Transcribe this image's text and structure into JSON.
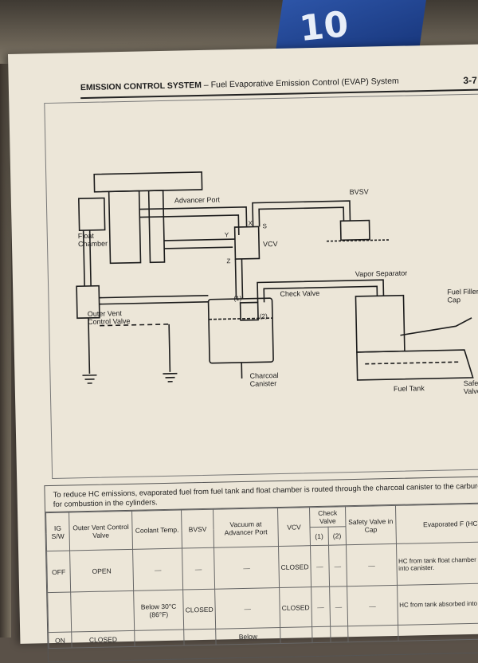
{
  "header": {
    "system": "EMISSION CONTROL SYSTEM",
    "separator": " – ",
    "subtitle": "Fuel Evaporative Emission Control (EVAP) System",
    "page_number": "3-7"
  },
  "background": {
    "book_label": "10"
  },
  "diagram": {
    "labels": {
      "advancer_port": "Advancer Port",
      "bvsv": "BVSV",
      "float_chamber_1": "Float",
      "float_chamber_2": "Chamber",
      "vcv": "VCV",
      "x": "X",
      "y": "Y",
      "s": "S",
      "z": "Z",
      "vapor_separator": "Vapor Separator",
      "check_valve": "Check Valve",
      "cv1": "(1)",
      "cv2": "(2)",
      "outer_vent_1": "Outer Vent",
      "outer_vent_2": "Control Valve",
      "fuel_filler_1": "Fuel Filler",
      "fuel_filler_2": "Cap",
      "charcoal_1": "Charcoal",
      "charcoal_2": "Canister",
      "fuel_tank": "Fuel Tank",
      "safety_1": "Safety",
      "safety_2": "Valve"
    }
  },
  "table": {
    "intro": "To reduce HC emissions, evaporated fuel from fuel tank and float chamber is routed through the charcoal canister to the carburetor for combustion in the cylinders.",
    "headers": {
      "ig": "IG S/W",
      "outer_vent": "Outer Vent Control Valve",
      "coolant": "Coolant Temp.",
      "bvsv": "BVSV",
      "vacuum": "Vacuum at Advancer Port",
      "vcv": "VCV",
      "check_valve": "Check Valve",
      "cv1": "(1)",
      "cv2": "(2)",
      "safety": "Safety Valve in Cap",
      "evap": "Evaporated F (HC)"
    },
    "rows": [
      {
        "ig": "OFF",
        "outer_vent": "OPEN",
        "coolant": "—",
        "bvsv": "—",
        "vacuum": "—",
        "vcv": "CLOSED",
        "cv1": "—",
        "cv2": "—",
        "safety": "—",
        "evap": "HC from tank float chamber absorbed into canister."
      },
      {
        "ig": "",
        "outer_vent": "",
        "coolant": "Below 30°C (86°F)",
        "bvsv": "CLOSED",
        "vacuum": "—",
        "vcv": "CLOSED",
        "cv1": "—",
        "cv2": "—",
        "safety": "—",
        "evap": "HC from tank absorbed into canister."
      },
      {
        "ig": "ON",
        "outer_vent": "CLOSED",
        "coolant": "",
        "bvsv": "",
        "vacuum": "Below",
        "vcv": "",
        "cv1": "",
        "cv2": "",
        "safety": "",
        "evap": ""
      }
    ]
  }
}
